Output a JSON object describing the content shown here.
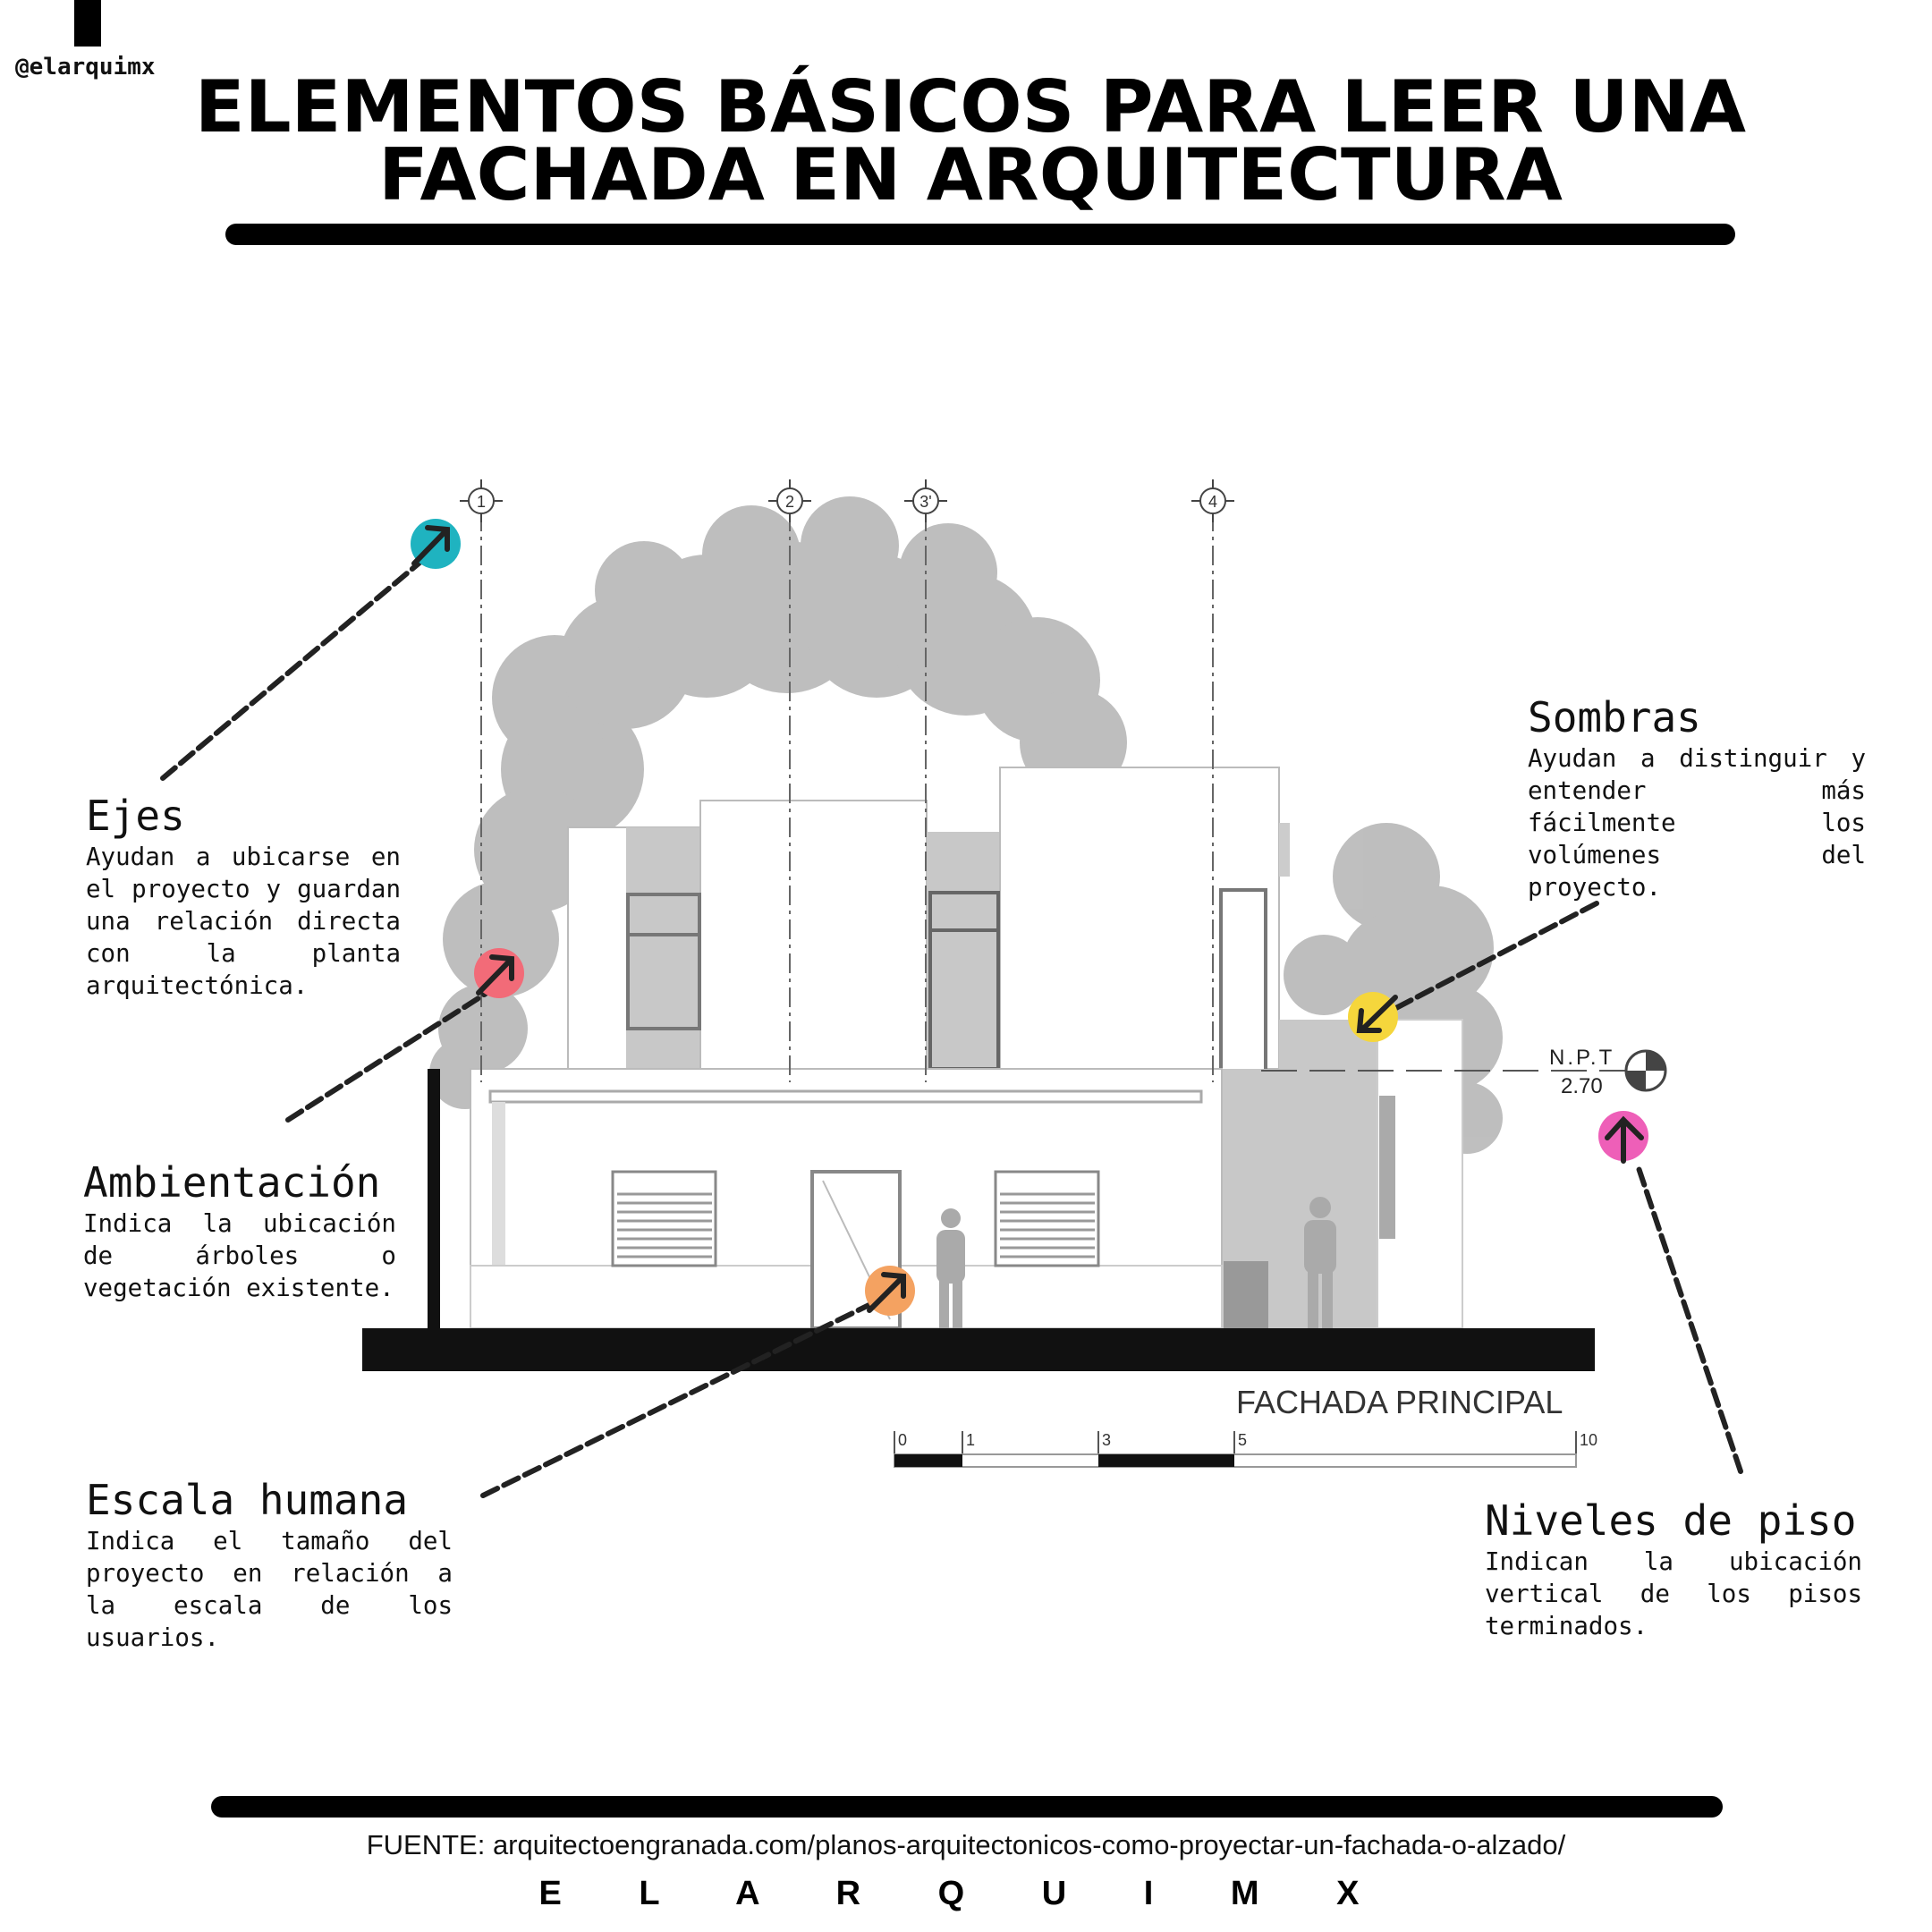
{
  "handle": "@elarquimx",
  "title": {
    "line1": "ELEMENTOS BÁSICOS PARA LEER UNA",
    "line2": "FACHADA EN ARQUITECTURA"
  },
  "axes": [
    "1",
    "2",
    "3'",
    "4"
  ],
  "level": {
    "label": "N.P.T",
    "value": "2.70"
  },
  "drawing_caption": "FACHADA PRINCIPAL",
  "scale_bar": [
    "0",
    "1",
    "3",
    "5",
    "10"
  ],
  "annotations": {
    "ejes": {
      "title": "Ejes",
      "text": "Ayudan a ubicarse en el proyecto y guardan una relación directa con la planta arquitectónica."
    },
    "ambientacion": {
      "title": "Ambientación",
      "text": "Indica la ubicación de árboles o vegetación existente."
    },
    "escala": {
      "title": "Escala humana",
      "text": "Indica el tamaño del proyecto en relación a la escala de los usuarios."
    },
    "sombras": {
      "title": "Sombras",
      "text": "Ayudan a distinguir y entender más fácilmente los volúmenes del proyecto."
    },
    "niveles": {
      "title": "Niveles de piso",
      "text": "Indican la ubicación vertical de los pisos terminados."
    }
  },
  "colors": {
    "teal": "#1fb3c0",
    "coral": "#f26b78",
    "orange": "#f4a261",
    "yellow": "#f5d63c",
    "pink": "#ee5fb8"
  },
  "source": "FUENTE: arquitectoengranada.com/planos-arquitectonicos-como-proyectar-un-fachada-o-alzado/",
  "brand": "E L  A R Q U I  M X"
}
